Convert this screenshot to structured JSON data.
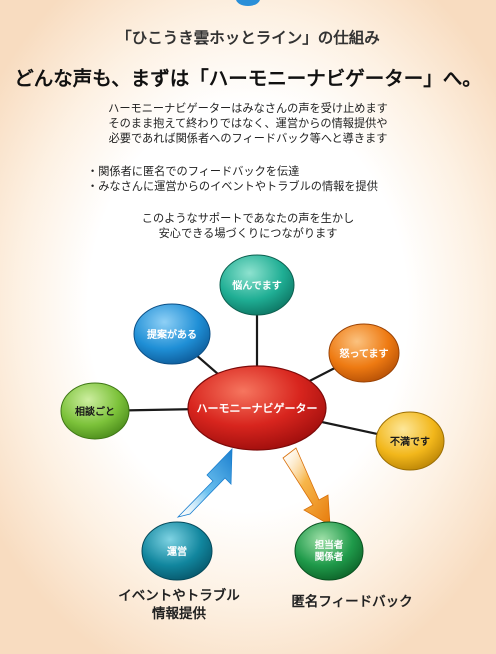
{
  "header": {
    "subtitle": "「ひこうき雲ホッとライン」の仕組み",
    "headline": "どんな声も、まずは「ハーモニーナビゲーター」へ。"
  },
  "intro": {
    "lines": [
      "ハーモニーナビゲーターはみなさんの声を受け止めます",
      "そのまま抱えて終わりではなく、運営からの情報提供や",
      "必要であれば関係者へのフィードバック等へと導きます"
    ]
  },
  "bullets": [
    "・関係者に匿名でのフィードバックを伝達",
    "・みなさんに運営からのイベントやトラブルの情報を提供"
  ],
  "closing": {
    "lines": [
      "このようなサポートであなたの声を生かし",
      "安心できる場づくりにつながります"
    ]
  },
  "diagram": {
    "hub": {
      "label": "ハーモニーナビゲーター",
      "color": "#d8251e"
    },
    "nodes": [
      {
        "id": "nayandemasu",
        "label": "悩んでます",
        "color": "#1fae94"
      },
      {
        "id": "teian",
        "label": "提案がある",
        "color": "#1f8fd6"
      },
      {
        "id": "okottemasu",
        "label": "怒ってます",
        "color": "#ee7a12"
      },
      {
        "id": "soudan",
        "label": "相談ごと",
        "color": "#7cc23a"
      },
      {
        "id": "fuman",
        "label": "不満です",
        "color": "#f2b71b"
      },
      {
        "id": "unei",
        "label": "運営",
        "color": "#11869e"
      },
      {
        "id": "tantousha",
        "label": "担当者\n関係者",
        "color": "#1f9a4a"
      }
    ]
  },
  "captions": {
    "left_lines": [
      "イベントやトラブル",
      "情報提供"
    ],
    "right": "匿名フィードバック"
  }
}
